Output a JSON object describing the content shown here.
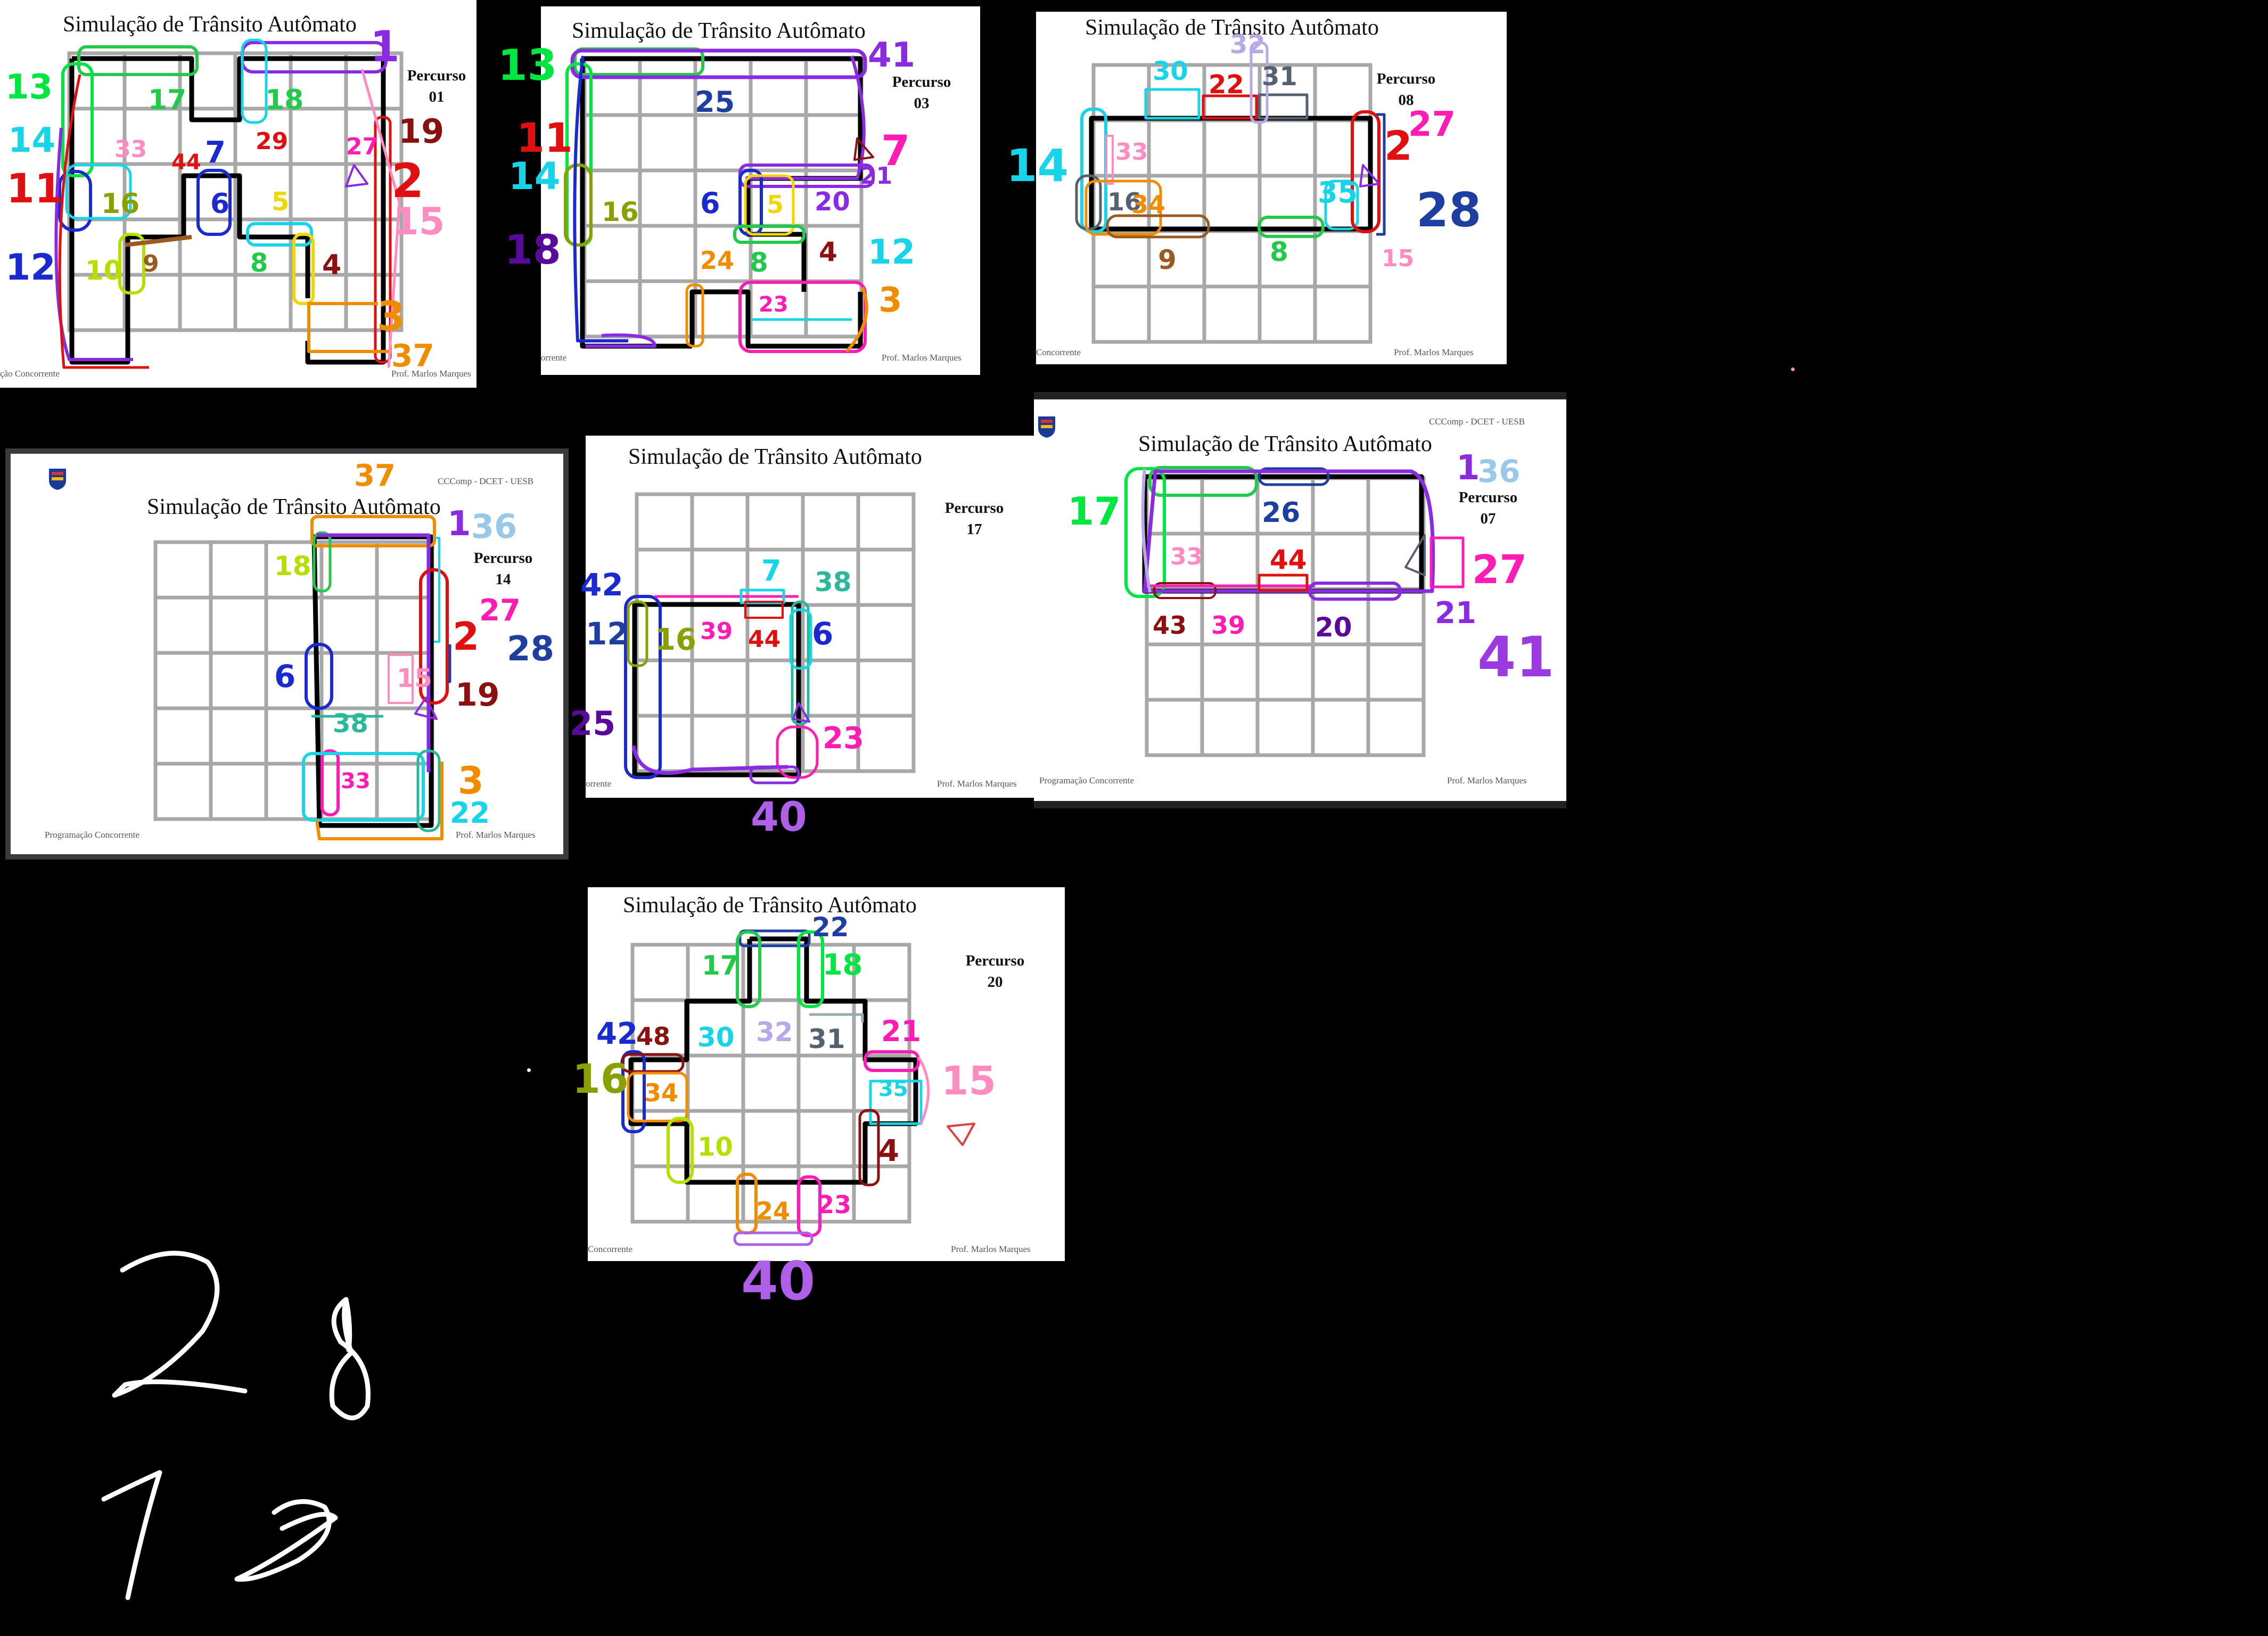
{
  "slides": [
    {
      "title": "Simulação de Trânsito Autômato",
      "percurso": "Percurso",
      "num": "01",
      "footer_left": "ção Concorrente",
      "footer_right": "Prof. Marlos Marques"
    },
    {
      "title": "Simulação de Trânsito Autômato",
      "percurso": "Percurso",
      "num": "03",
      "footer_left": "orrente",
      "footer_right": "Prof. Marlos Marques"
    },
    {
      "title": "Simulação de Trânsito Autômato",
      "percurso": "Percurso",
      "num": "08",
      "footer_left": "Concorrente",
      "footer_right": "Prof. Marlos Marques"
    },
    {
      "title": "Simulação de Trânsito Autômato",
      "percurso": "Percurso",
      "num": "14",
      "footer_left": "Programação Concorrente",
      "footer_right": "Prof. Marlos Marques",
      "header": "CCComp - DCET - UESB"
    },
    {
      "title": "Simulação de Trânsito Autômato",
      "percurso": "Percurso",
      "num": "17",
      "footer_left": "orrente",
      "footer_right": "Prof. Marlos Marques"
    },
    {
      "title": "Simulação de Trânsito Autômato",
      "percurso": "Percurso",
      "num": "07",
      "footer_left": "Programação Concorrente",
      "footer_right": "Prof. Marlos Marques",
      "header": "CCComp - DCET - UESB"
    },
    {
      "title": "Simulação de Trânsito Autômato",
      "percurso": "Percurso",
      "num": "20",
      "footer_left": "Concorrente",
      "footer_right": "Prof. Marlos Marques"
    }
  ],
  "annotations": {
    "s01": [
      "13",
      "17",
      "18",
      "1",
      "14",
      "33",
      "44",
      "7",
      "29",
      "27",
      "11",
      "16",
      "6",
      "5",
      "2",
      "12",
      "10",
      "9",
      "8",
      "4",
      "15",
      "3",
      "37",
      "19"
    ],
    "s03": [
      "13",
      "41",
      "11",
      "25",
      "14",
      "16",
      "6",
      "5",
      "20",
      "21",
      "18",
      "24",
      "8",
      "4",
      "12",
      "23",
      "3",
      "7"
    ],
    "s08": [
      "30",
      "32",
      "22",
      "31",
      "14",
      "33",
      "16",
      "34",
      "35",
      "2",
      "27",
      "28",
      "9",
      "8",
      "15"
    ],
    "s14": [
      "37",
      "18",
      "1",
      "36",
      "27",
      "6",
      "2",
      "28",
      "38",
      "15",
      "19",
      "33",
      "3",
      "22"
    ],
    "s17": [
      "42",
      "12",
      "16",
      "39",
      "44",
      "7",
      "38",
      "6",
      "25",
      "23",
      "40"
    ],
    "s07": [
      "17",
      "26",
      "1",
      "36",
      "33",
      "44",
      "27",
      "43",
      "39",
      "20",
      "21",
      "41"
    ],
    "s20": [
      "22",
      "17",
      "18",
      "42",
      "48",
      "30",
      "32",
      "31",
      "21",
      "16",
      "34",
      "35",
      "15",
      "10",
      "4",
      "24",
      "23",
      "40"
    ]
  },
  "handwriting": {
    "big1": "2",
    "big2": "8",
    "big3": "1",
    "big4": "2"
  },
  "colors": {
    "bg": "#000000",
    "grid": "#a8a8a8",
    "road": "#000000",
    "green": "#22c94a",
    "brightgreen": "#00e640",
    "purple": "#8a2be2",
    "cyan": "#18d4e8",
    "red": "#e01010",
    "blue": "#1a2ad0",
    "navy": "#1e3fa0",
    "orange": "#f08c00",
    "magenta": "#ff1cb4",
    "pink": "#ff8cc0",
    "darkred": "#8b1010",
    "olive": "#8aa000",
    "lime": "#b4e000",
    "yellow": "#f2d600",
    "brown": "#9a5a20",
    "teal": "#2ab89a",
    "lavender": "#b8a8e8",
    "gray": "#556070",
    "violet": "#9a3ae0",
    "darkviolet": "#5a0a9a"
  }
}
